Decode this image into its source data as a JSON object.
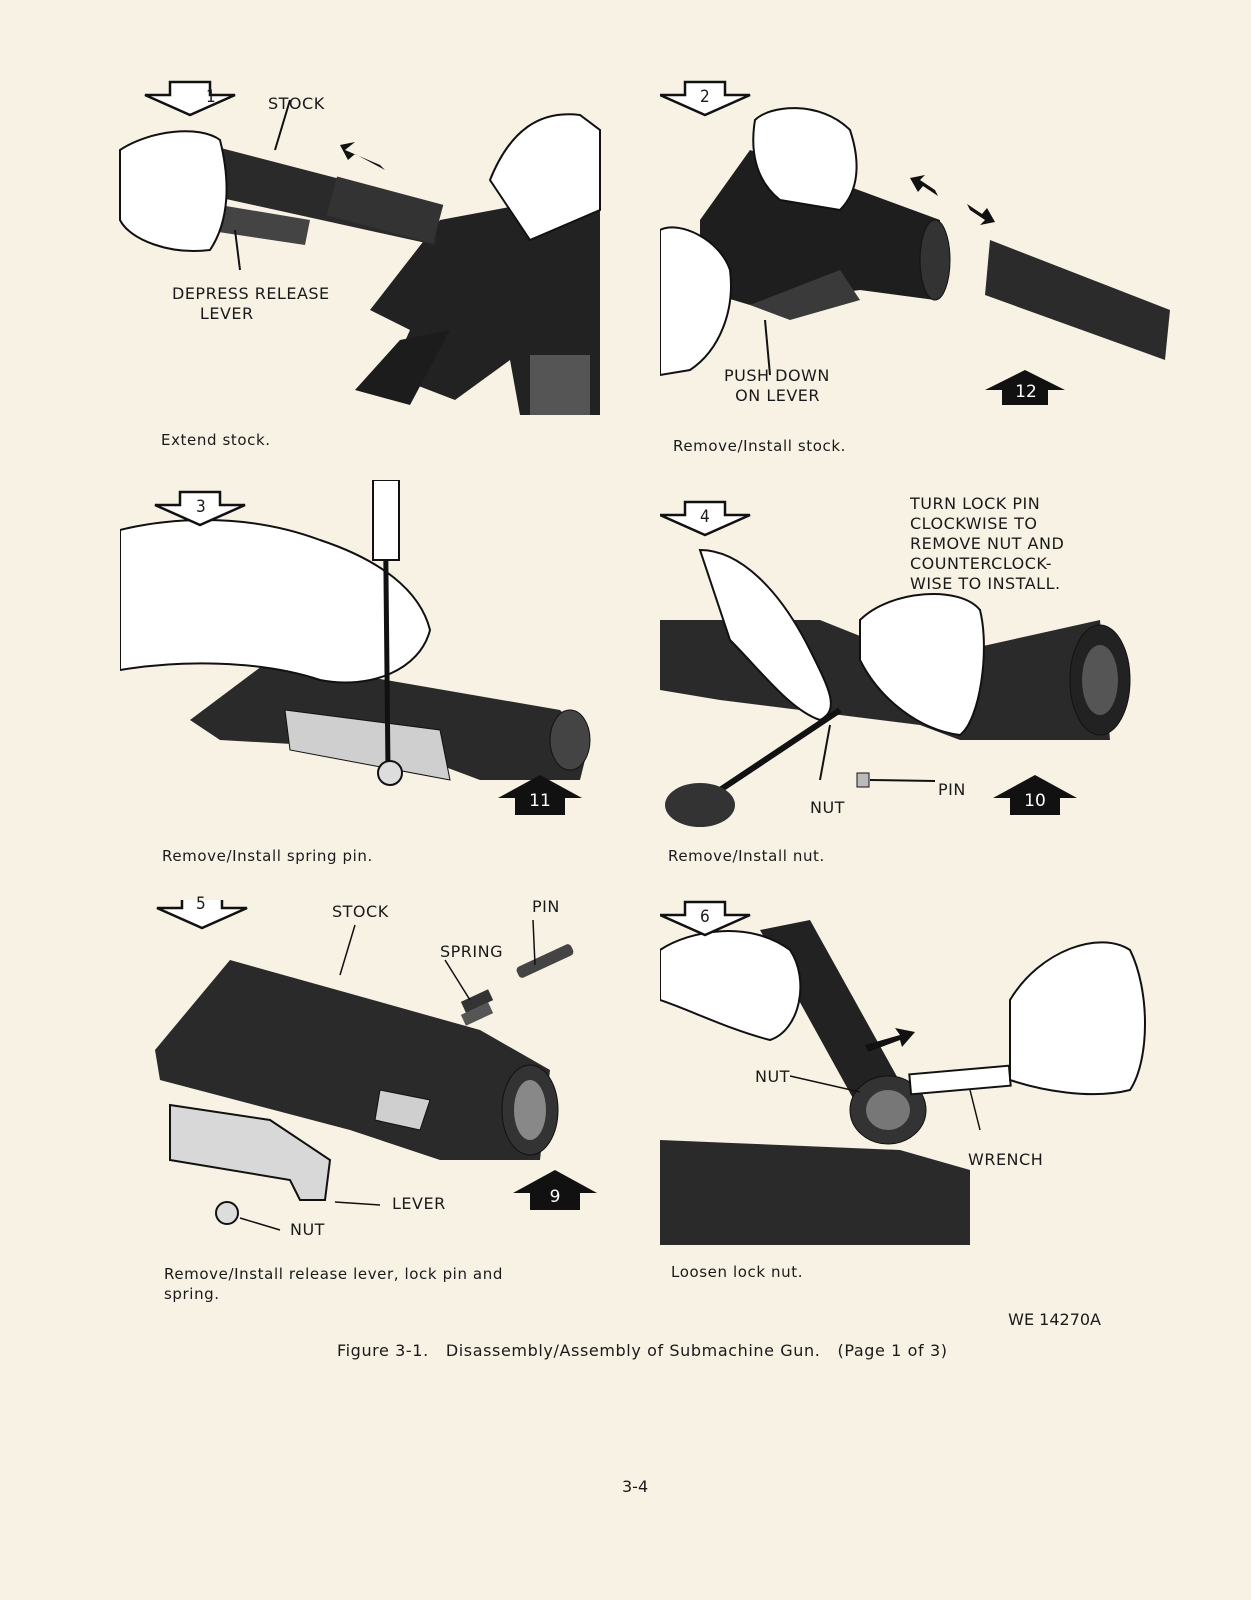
{
  "panels": [
    {
      "step": "1",
      "labels": [
        "STOCK",
        "DEPRESS RELEASE\n     LEVER"
      ],
      "caption": "Extend stock."
    },
    {
      "step": "2",
      "labels": [
        "PUSH DOWN\n  ON LEVER"
      ],
      "ref": "12",
      "caption": "Remove/Install stock."
    },
    {
      "step": "3",
      "ref": "11",
      "caption": "Remove/Install spring pin."
    },
    {
      "step": "4",
      "labels": [
        "TURN LOCK PIN\nCLOCKWISE TO\nREMOVE NUT AND\nCOUNTERCLOCK-\nWISE TO INSTALL.",
        "NUT",
        "PIN"
      ],
      "ref": "10",
      "caption": "Remove/Install nut."
    },
    {
      "step": "5",
      "labels": [
        "STOCK",
        "PIN",
        "SPRING",
        "LEVER",
        "NUT"
      ],
      "ref": "9",
      "caption": "Remove/Install release lever, lock pin and\nspring."
    },
    {
      "step": "6",
      "labels": [
        "NUT",
        "WRENCH"
      ],
      "caption": "Loosen lock nut."
    }
  ],
  "doc_number": "WE 14270A",
  "figure_caption": "Figure 3-1.   Disassembly/Assembly of Submachine Gun.   (Page 1 of 3)",
  "page_number": "3-4"
}
